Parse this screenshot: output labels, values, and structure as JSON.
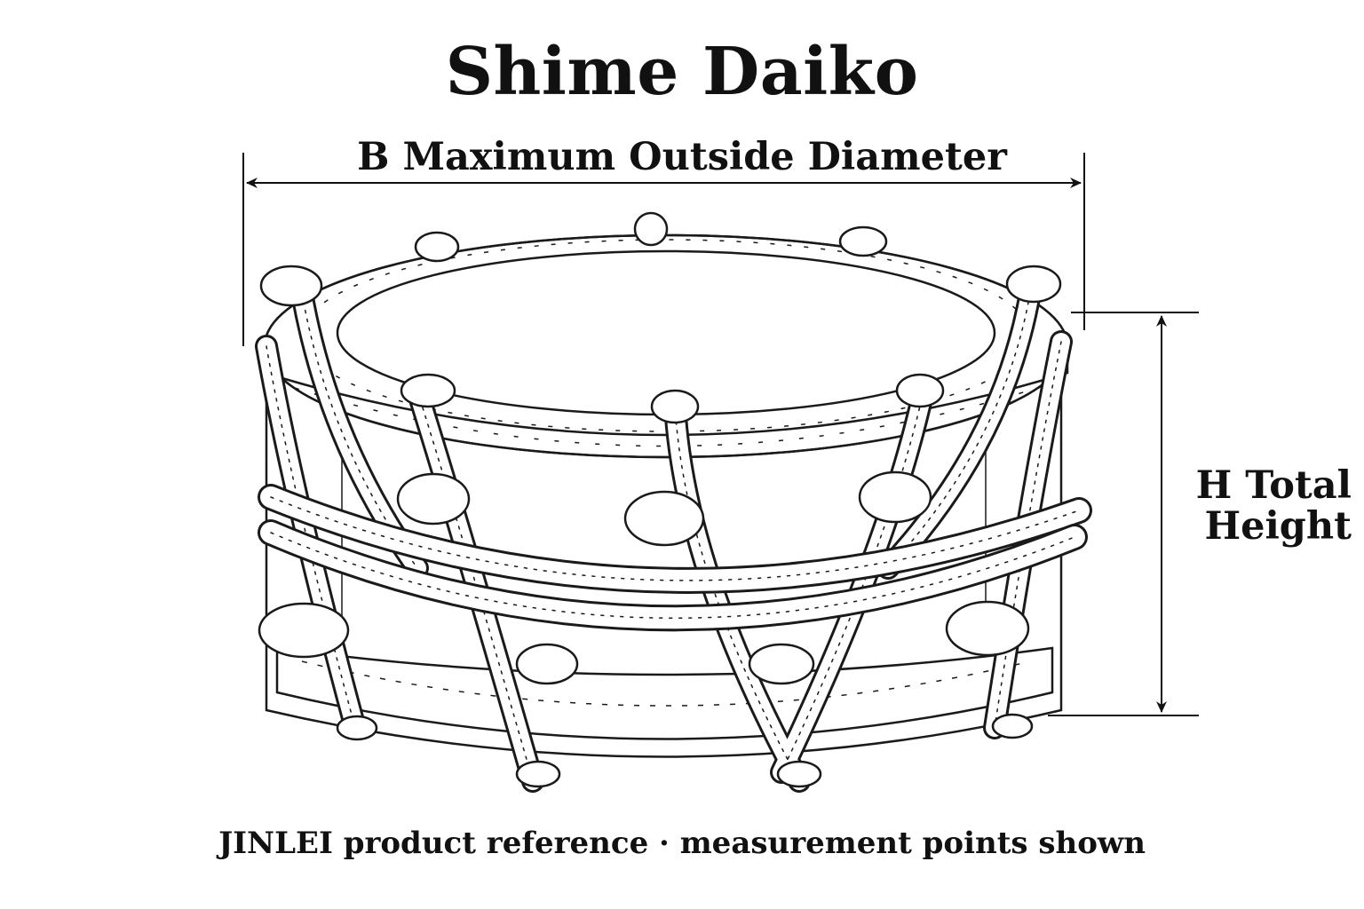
{
  "title": "Shime Daiko",
  "dimensions": {
    "B": {
      "label": "B Maximum Outside Diameter"
    },
    "H": {
      "line1": "H Total",
      "line2": "Height"
    }
  },
  "caption": "JINLEI product reference · measurement points shown",
  "colors": {
    "ink": "#111111",
    "background": "#ffffff"
  }
}
